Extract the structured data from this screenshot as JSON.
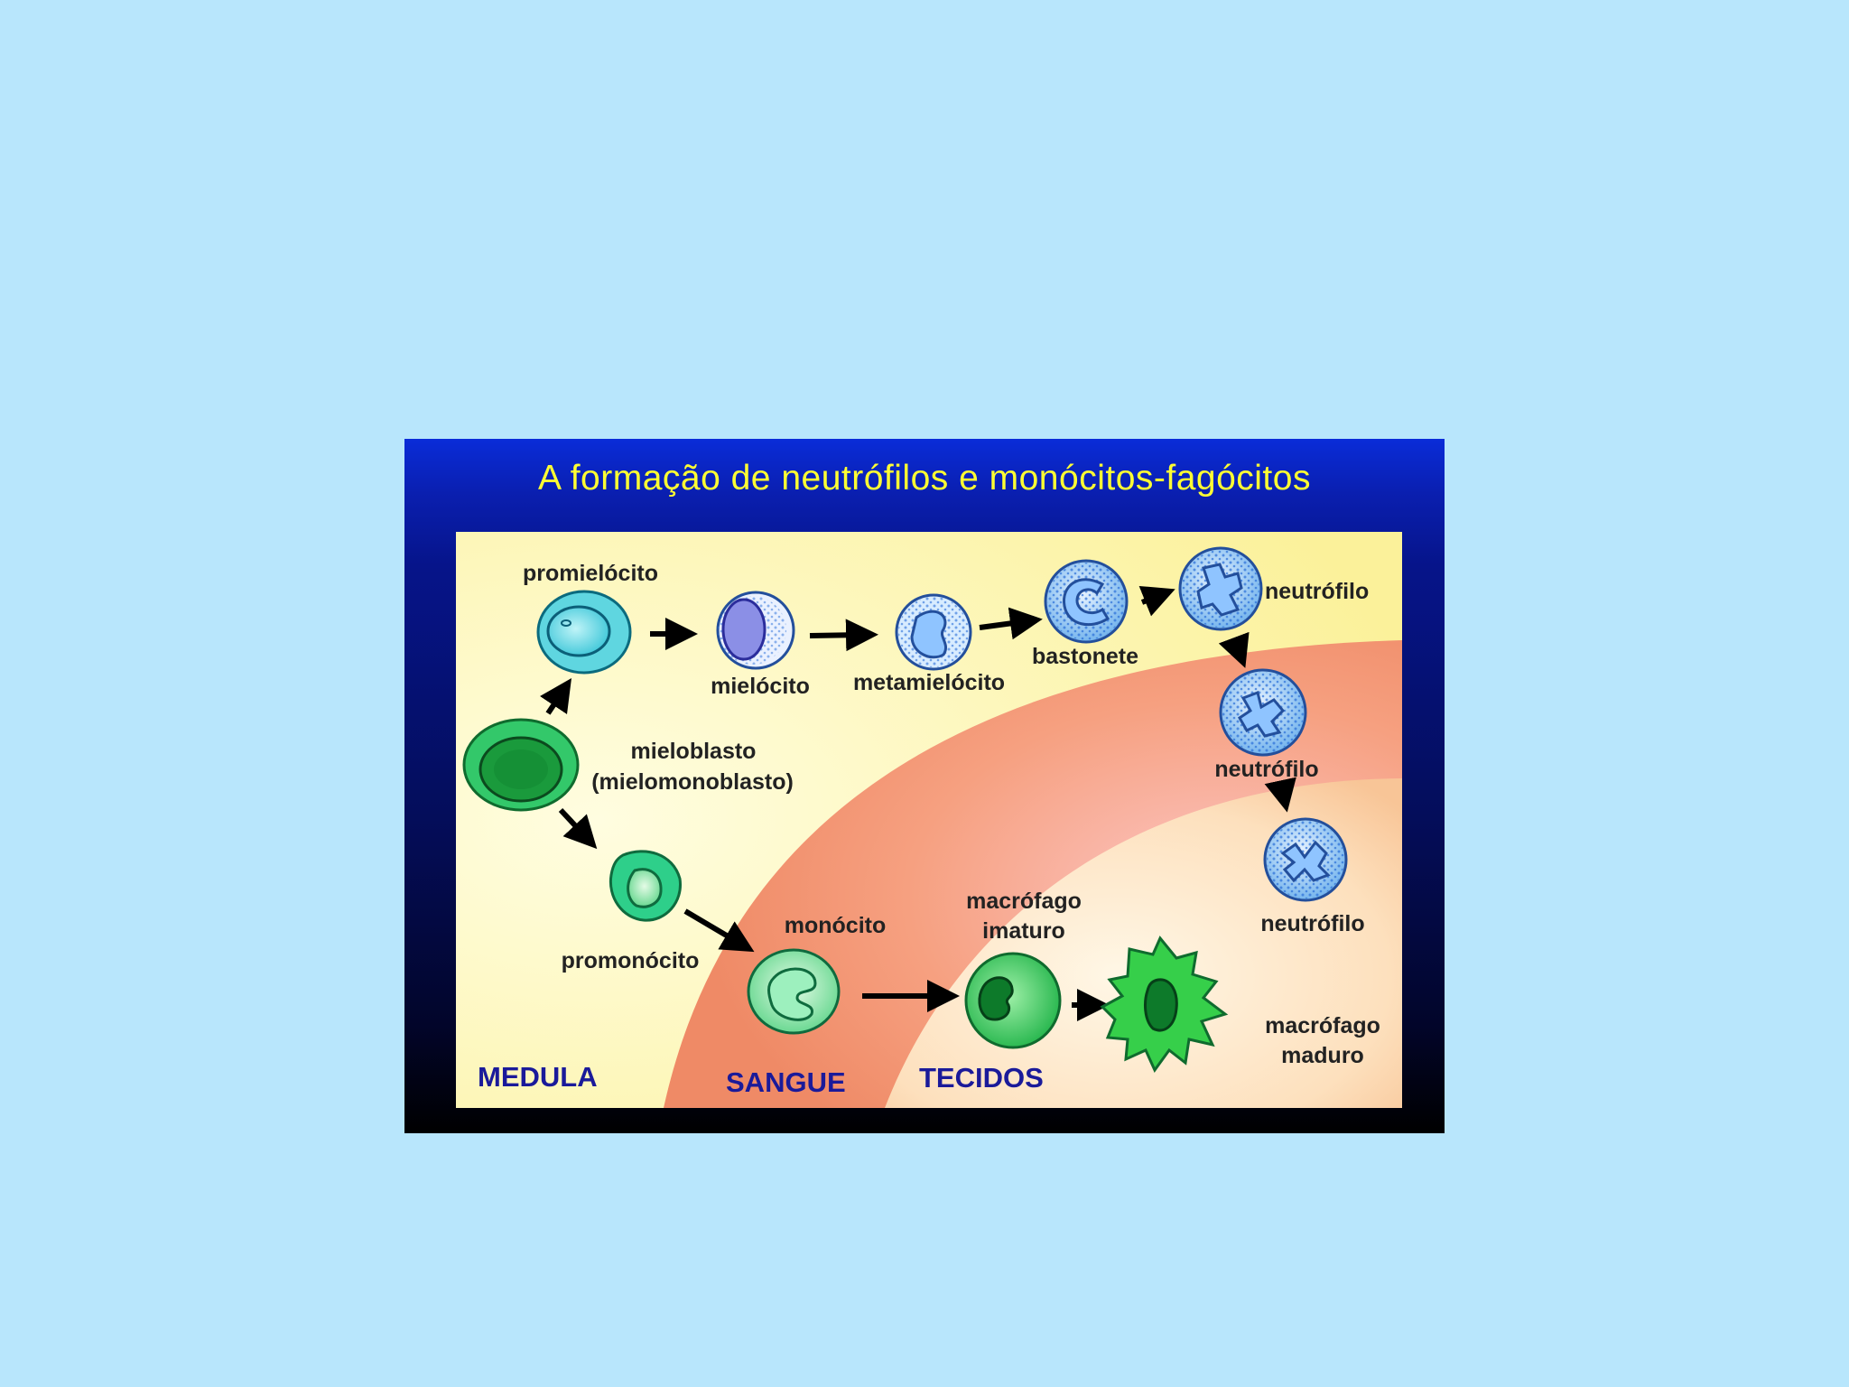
{
  "title": "A formação de neutrófilos e monócitos-fagócitos",
  "zones": {
    "medula": "MEDULA",
    "sangue": "SANGUE",
    "tecidos": "TECIDOS"
  },
  "cells": {
    "promielocito": "promielócito",
    "mielocito": "mielócito",
    "metamielocito": "metamielócito",
    "bastonete": "bastonete",
    "neutrofilo_1": "neutrófilo",
    "neutrofilo_2": "neutrófilo",
    "neutrofilo_3": "neutrófilo",
    "mieloblasto_line1": "mieloblasto",
    "mieloblasto_line2": "(mielomonoblasto)",
    "promonocito": "promonócito",
    "monocito": "monócito",
    "macrofago_imaturo_line1": "macrófago",
    "macrofago_imaturo_line2": "imaturo",
    "macrofago_maduro_line1": "macrófago",
    "macrofago_maduro_line2": "maduro"
  },
  "colors": {
    "background": "#b8e6fc",
    "title": "#ffff33",
    "zone_label": "#1a1a9a",
    "medula_fill": "#fdf7b0",
    "sangue_fill": "#f7a07c",
    "tecidos_fill": "#fbd6a8"
  },
  "icons": [
    "arrow-icon",
    "cell-icon"
  ]
}
